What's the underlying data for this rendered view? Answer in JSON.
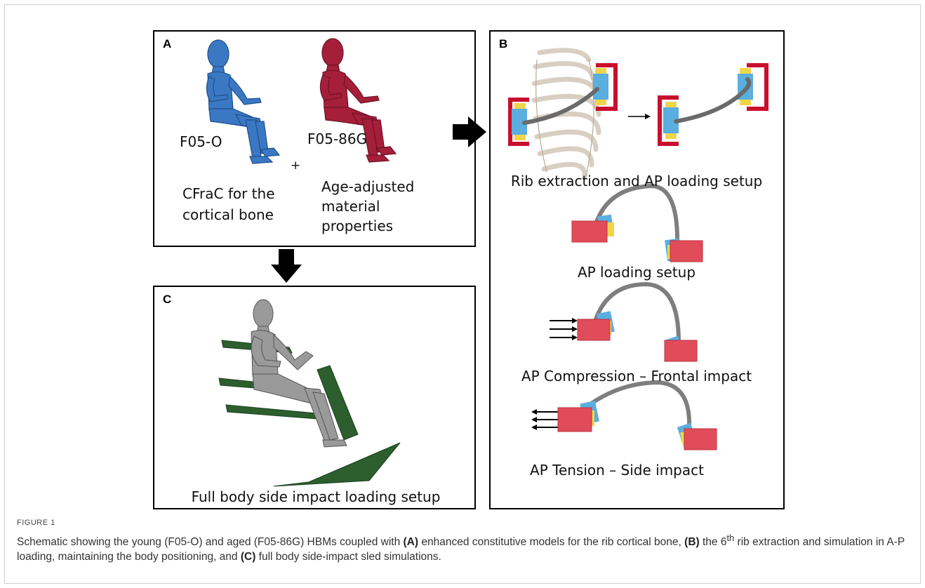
{
  "figure": {
    "label": "FIGURE 1",
    "caption_parts": {
      "p1": "Schematic showing the young (F05-O) and aged (F05-86G) HBMs coupled with ",
      "a": "(A)",
      "p2": " enhanced constitutive models for the rib cortical bone, ",
      "b": "(B)",
      "p3": " the 6",
      "sup": "th",
      "p4": " rib extraction and simulation in A-P loading, maintaining the body positioning, and ",
      "c": "(C)",
      "p5": " full body side-impact sled simulations."
    }
  },
  "panels": {
    "a": {
      "letter": "A",
      "young_label": "F05-O",
      "aged_label": "F05-86G",
      "plus": "+",
      "left_text": [
        "CFraC for the",
        "cortical bone"
      ],
      "right_text": [
        "Age-adjusted",
        "material",
        "properties"
      ],
      "colors": {
        "young": "#3b78c4",
        "aged": "#a51f3a"
      }
    },
    "b": {
      "letter": "B",
      "rib_setup_label": "Rib extraction and AP loading setup",
      "ap_setup_label": "AP loading setup",
      "compression_label": "AP Compression – Frontal impact",
      "tension_label": "AP Tension – Side impact",
      "colors": {
        "fixture": "#c8102e",
        "block": "#e04c5a",
        "clamp": "#f0d54a",
        "pad": "#5aaee0",
        "rib": "#8a8a8a"
      }
    },
    "c": {
      "letter": "C",
      "label": "Full body side impact loading setup",
      "colors": {
        "seat": "#2c5e2e",
        "body": "#9a9a9a"
      }
    }
  }
}
